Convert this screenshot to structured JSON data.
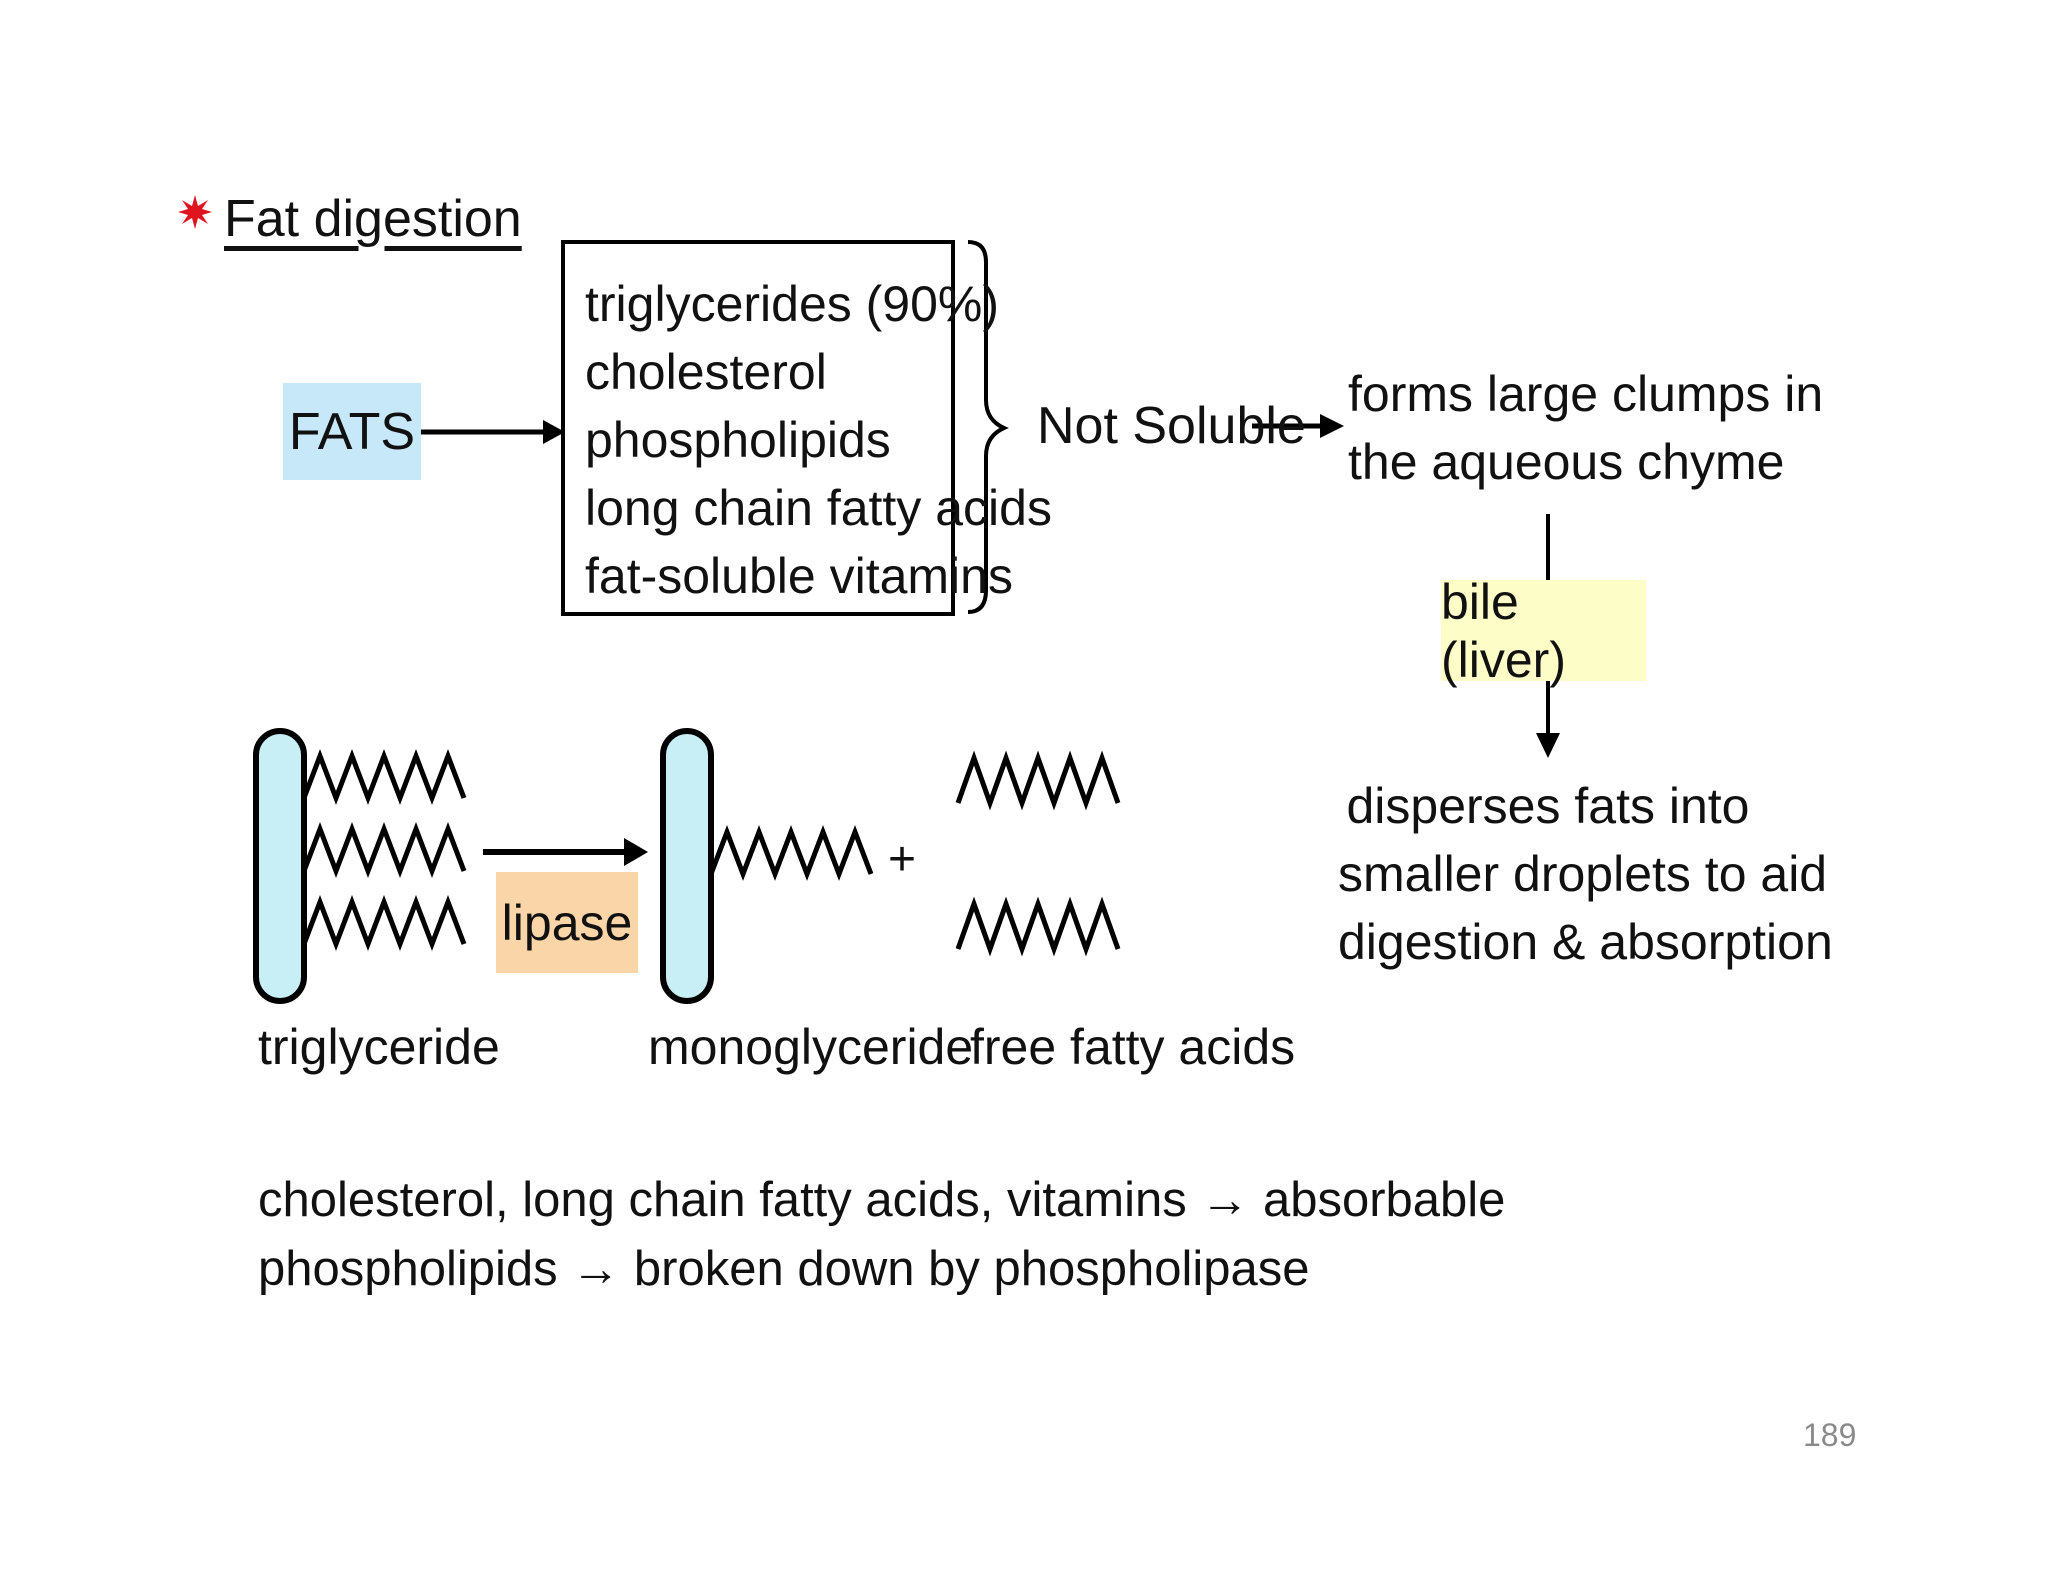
{
  "slide": {
    "title": "Fat digestion",
    "fats_label": "FATS",
    "components": [
      "triglycerides (90%)",
      "cholesterol",
      "phospholipids",
      "long chain fatty acids",
      "fat-soluble vitamins"
    ],
    "not_soluble": "Not Soluble",
    "clumps_lines": [
      "forms large clumps in",
      "the aqueous chyme"
    ],
    "bile_label": "bile (liver)",
    "disperses_lines": [
      "disperses fats into",
      "smaller droplets to aid",
      "digestion & absorption"
    ],
    "enzyme_label": "lipase",
    "triglyceride_label": "triglyceride",
    "monoglyceride_label": "monoglyceride",
    "plus_sign": "+",
    "free_fatty_acids_label": "free fatty acids",
    "summary_lines": [
      "cholesterol, long chain fatty acids, vitamins → absorbable",
      "phospholipids → broken down by phospholipase"
    ],
    "page_number": "189"
  },
  "colors": {
    "fats_box": "#c6e8f8",
    "bile_box": "#fdfdc8",
    "lipase_box": "#fad5a8",
    "glycerol_fill": "#c8eef6",
    "bullet_star": "#e0141e"
  }
}
